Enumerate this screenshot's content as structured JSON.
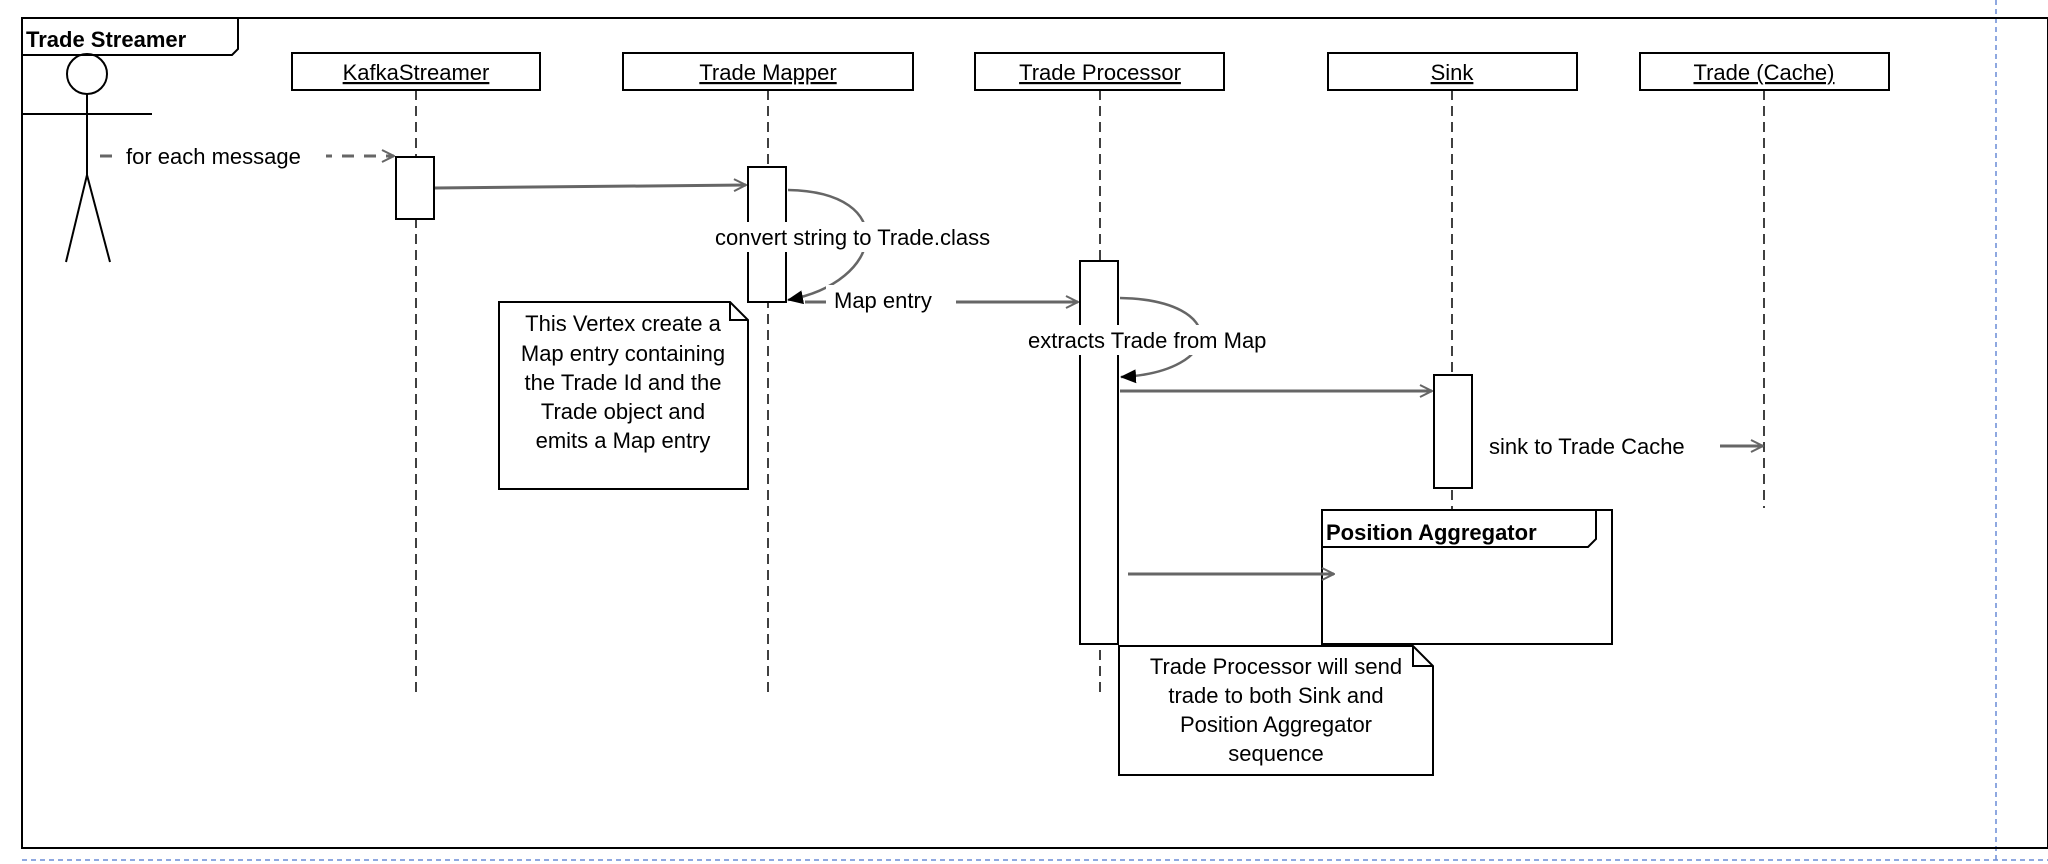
{
  "frame": {
    "title": "Trade Streamer"
  },
  "lifelines": [
    {
      "id": "kafka",
      "name": "KafkaStreamer"
    },
    {
      "id": "mapper",
      "name": "Trade Mapper"
    },
    {
      "id": "processor",
      "name": "Trade Processor"
    },
    {
      "id": "sink",
      "name": "Sink"
    },
    {
      "id": "cache",
      "name": "Trade (Cache)"
    }
  ],
  "messages": {
    "for_each": "for each message",
    "convert": "convert string to Trade.class",
    "map_entry": "Map entry",
    "extracts": "extracts Trade from Map",
    "sink_to_cache": "sink to Trade Cache"
  },
  "fragment": {
    "title": "Position Aggregator"
  },
  "notes": {
    "mapper_note": [
      "This Vertex create a",
      "Map entry containing",
      "the Trade Id and the",
      "Trade object and",
      "emits a Map entry"
    ],
    "processor_note": [
      "Trade Processor will send",
      "trade to both Sink and",
      "Position Aggregator",
      "sequence"
    ]
  },
  "colors": {
    "line": "#000000",
    "arrow": "#666666",
    "guide": "#6a8cd6"
  }
}
